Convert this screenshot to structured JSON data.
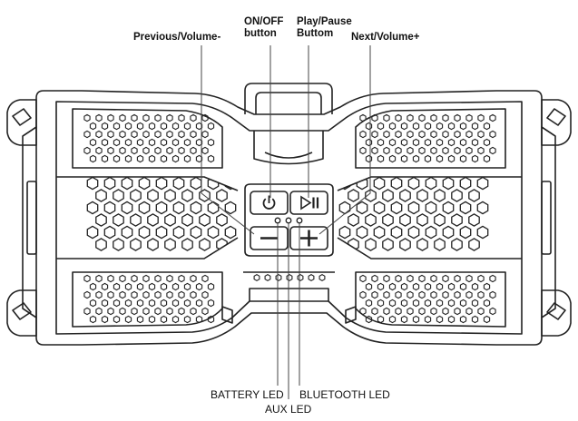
{
  "callouts": {
    "previous_volume_down": "Previous/Volume-",
    "on_off": [
      "ON/OFF",
      "button"
    ],
    "play_pause": [
      "Play/Pause",
      "Buttom"
    ],
    "next_volume_up": "Next/Volume+"
  },
  "leds": {
    "battery": "BATTERY LED",
    "aux": "AUX LED",
    "bluetooth": "BLUETOOTH LED"
  },
  "icons": {
    "power": "power-icon",
    "play_pause": "play-pause-icon",
    "minus": "minus-icon",
    "plus": "plus-icon"
  },
  "colors": {
    "line": "#222222",
    "callout": "#333333"
  }
}
